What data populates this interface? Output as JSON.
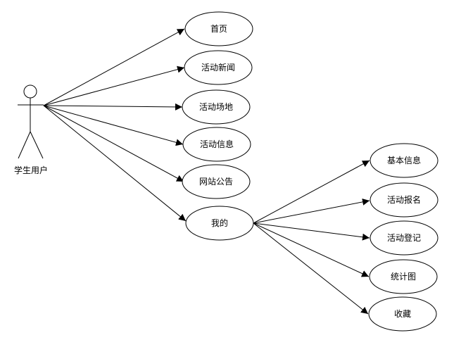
{
  "actor": {
    "label": "学生用户"
  },
  "use_cases": {
    "home": "首页",
    "activity_news": "活动新闻",
    "activity_venue": "活动场地",
    "activity_info": "活动信息",
    "site_notice": "网站公告",
    "mine": "我的"
  },
  "mine_children": {
    "basic_info": "基本信息",
    "activity_signup": "活动报名",
    "activity_checkin": "活动登记",
    "statistics_chart": "统计图",
    "favorites": "收藏"
  },
  "colors": {
    "line": "#000000",
    "background": "#ffffff"
  }
}
